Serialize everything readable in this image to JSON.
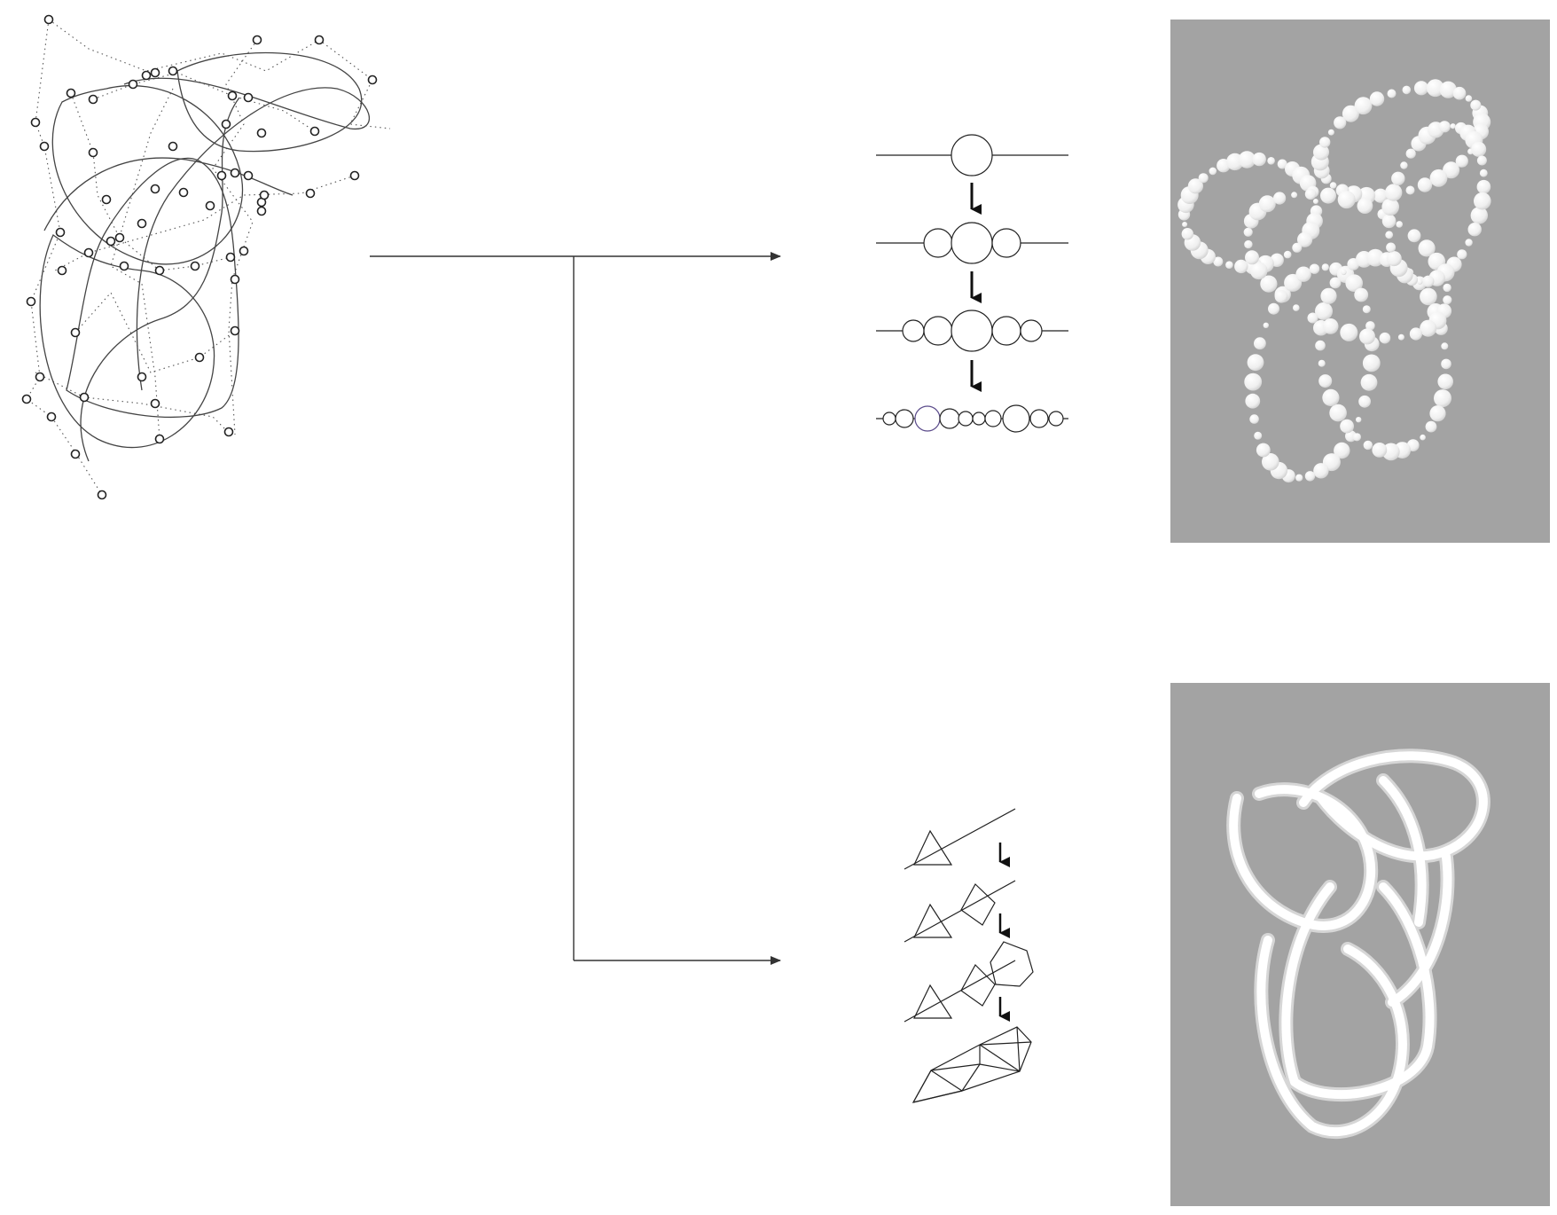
{
  "diagram": {
    "colors": {
      "background": "#ffffff",
      "line": "#333333",
      "panel": "#a3a3a3",
      "render": "#f4f4f4"
    },
    "nodes": [
      {
        "id": "source-curves",
        "kind": "curve-network-with-control-points"
      },
      {
        "id": "sphere-process",
        "kind": "step-diagram",
        "steps": 4
      },
      {
        "id": "polygon-process",
        "kind": "step-diagram",
        "steps": 4
      },
      {
        "id": "sphere-render",
        "kind": "render-panel"
      },
      {
        "id": "ribbon-render",
        "kind": "render-panel"
      }
    ],
    "edges": [
      {
        "from": "source-curves",
        "to": "sphere-process"
      },
      {
        "from": "source-curves",
        "to": "polygon-process"
      }
    ]
  }
}
